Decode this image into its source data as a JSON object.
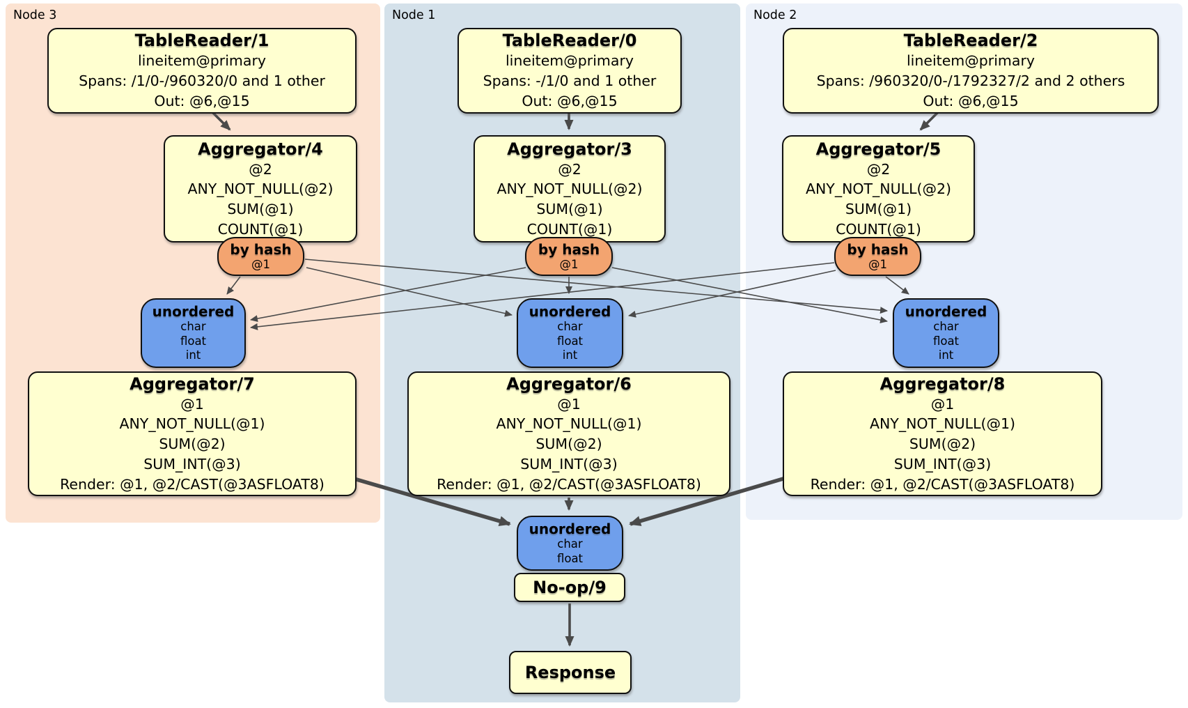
{
  "diagram": {
    "panels": {
      "node3": {
        "label": "Node 3"
      },
      "node1": {
        "label": "Node 1"
      },
      "node2": {
        "label": "Node 2"
      }
    },
    "nodes": {
      "tr1": {
        "title": "TableReader/1",
        "lines": [
          "lineitem@primary",
          "Spans: /1/0-/960320/0 and 1 other",
          "Out: @6,@15"
        ]
      },
      "tr0": {
        "title": "TableReader/0",
        "lines": [
          "lineitem@primary",
          "Spans: -/1/0 and 1 other",
          "Out: @6,@15"
        ]
      },
      "tr2": {
        "title": "TableReader/2",
        "lines": [
          "lineitem@primary",
          "Spans: /960320/0-/1792327/2 and 2 others",
          "Out: @6,@15"
        ]
      },
      "agg4": {
        "title": "Aggregator/4",
        "lines": [
          "@2",
          "ANY_NOT_NULL(@2)",
          "SUM(@1)",
          "COUNT(@1)"
        ]
      },
      "agg3": {
        "title": "Aggregator/3",
        "lines": [
          "@2",
          "ANY_NOT_NULL(@2)",
          "SUM(@1)",
          "COUNT(@1)"
        ]
      },
      "agg5": {
        "title": "Aggregator/5",
        "lines": [
          "@2",
          "ANY_NOT_NULL(@2)",
          "SUM(@1)",
          "COUNT(@1)"
        ]
      },
      "byhash4": {
        "title": "by hash",
        "lines": [
          "@1"
        ]
      },
      "byhash3": {
        "title": "by hash",
        "lines": [
          "@1"
        ]
      },
      "byhash5": {
        "title": "by hash",
        "lines": [
          "@1"
        ]
      },
      "unordered7": {
        "title": "unordered",
        "lines": [
          "char",
          "float",
          "int"
        ]
      },
      "unordered6": {
        "title": "unordered",
        "lines": [
          "char",
          "float",
          "int"
        ]
      },
      "unordered8": {
        "title": "unordered",
        "lines": [
          "char",
          "float",
          "int"
        ]
      },
      "agg7": {
        "title": "Aggregator/7",
        "lines": [
          "@1",
          "ANY_NOT_NULL(@1)",
          "SUM(@2)",
          "SUM_INT(@3)",
          "Render: @1, @2/CAST(@3ASFLOAT8)"
        ]
      },
      "agg6": {
        "title": "Aggregator/6",
        "lines": [
          "@1",
          "ANY_NOT_NULL(@1)",
          "SUM(@2)",
          "SUM_INT(@3)",
          "Render: @1, @2/CAST(@3ASFLOAT8)"
        ]
      },
      "agg8": {
        "title": "Aggregator/8",
        "lines": [
          "@1",
          "ANY_NOT_NULL(@1)",
          "SUM(@2)",
          "SUM_INT(@3)",
          "Render: @1, @2/CAST(@3ASFLOAT8)"
        ]
      },
      "unordered9": {
        "title": "unordered",
        "lines": [
          "char",
          "float"
        ]
      },
      "noop": {
        "title": "No-op/9"
      },
      "response": {
        "title": "Response"
      }
    },
    "colors": {
      "panel_node3": "#fce3d2",
      "panel_node1": "#d4e1ea",
      "panel_node2": "#edf2fa",
      "box_yellow": "#ffffd0",
      "router_orange": "#f3a470",
      "stream_blue": "#6f9fec",
      "edge": "#4a4a4a"
    }
  }
}
